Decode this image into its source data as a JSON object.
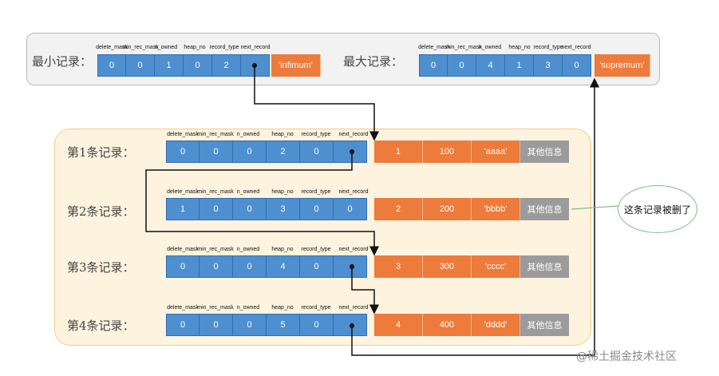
{
  "headers": [
    "delete_mask",
    "min_rec_mask",
    "n_owned",
    "heap_no",
    "record_type",
    "next_record"
  ],
  "infimum": {
    "label": "最小记录：",
    "values": [
      "0",
      "0",
      "1",
      "0",
      "2",
      ""
    ],
    "name": "'infimum'"
  },
  "supremum": {
    "label": "最大记录：",
    "values": [
      "0",
      "0",
      "4",
      "1",
      "3",
      "0"
    ],
    "name": "'supremum'"
  },
  "records": [
    {
      "label": "第1条记录：",
      "values": [
        "0",
        "0",
        "0",
        "2",
        "0",
        ""
      ],
      "id": "1",
      "num": "100",
      "str": "'aaaa'",
      "other": "其他信息"
    },
    {
      "label": "第2条记录：",
      "values": [
        "1",
        "0",
        "0",
        "3",
        "0",
        "0"
      ],
      "id": "2",
      "num": "200",
      "str": "'bbbb'",
      "other": "其他信息"
    },
    {
      "label": "第3条记录：",
      "values": [
        "0",
        "0",
        "0",
        "4",
        "0",
        ""
      ],
      "id": "3",
      "num": "300",
      "str": "'cccc'",
      "other": "其他信息"
    },
    {
      "label": "第4条记录：",
      "values": [
        "0",
        "0",
        "0",
        "5",
        "0",
        ""
      ],
      "id": "4",
      "num": "400",
      "str": "'dddd'",
      "other": "其他信息"
    }
  ],
  "callout": "这条记录被删了",
  "watermark": "@稀土掘金技术社区",
  "colors": {
    "field": "#4e8fd0",
    "data": "#ec7b3c",
    "other": "#9b9b9b",
    "arrow": "#111111"
  }
}
